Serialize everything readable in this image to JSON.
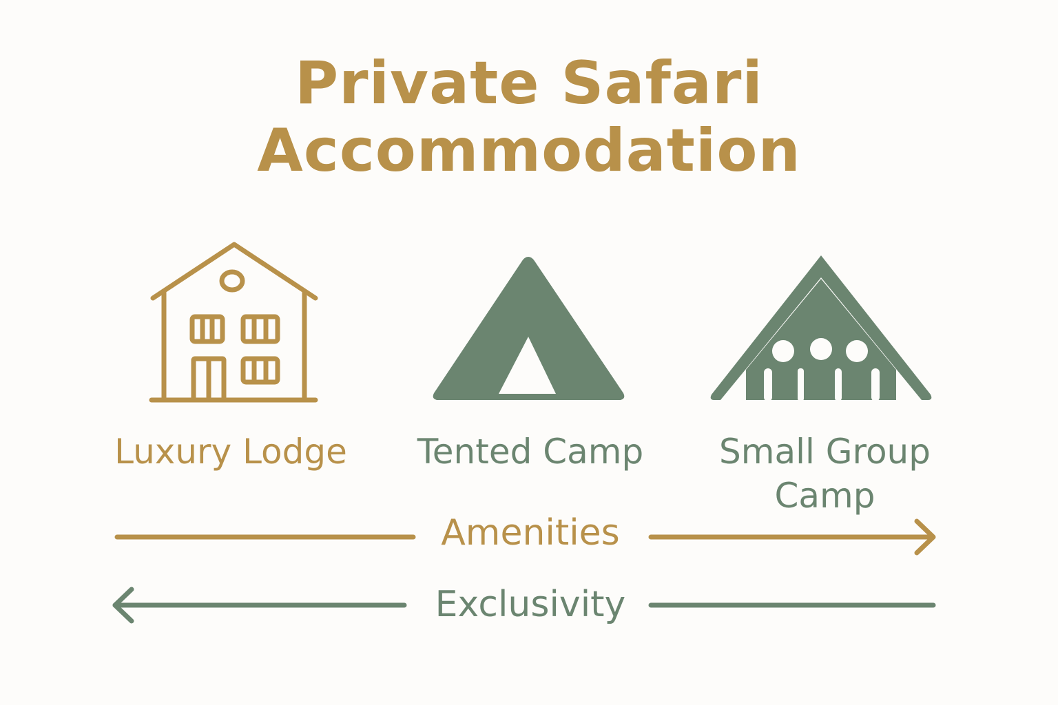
{
  "title": {
    "line1": "Private Safari",
    "line2": "Accommodation"
  },
  "options": [
    {
      "label": "Luxury Lodge",
      "icon": "house-icon",
      "color": "#b8914a"
    },
    {
      "label": "Tented Camp",
      "icon": "tent-icon",
      "color": "#6b8570"
    },
    {
      "label_line1": "Small Group",
      "label_line2": "Camp",
      "icon": "group-tent-icon",
      "color": "#6b8570"
    }
  ],
  "axes": [
    {
      "label": "Amenities",
      "direction": "right",
      "color": "#b8914a"
    },
    {
      "label": "Exclusivity",
      "direction": "left",
      "color": "#6b8570"
    }
  ],
  "colors": {
    "gold": "#b8914a",
    "green": "#6b8570",
    "background": "#fdfcfa"
  }
}
